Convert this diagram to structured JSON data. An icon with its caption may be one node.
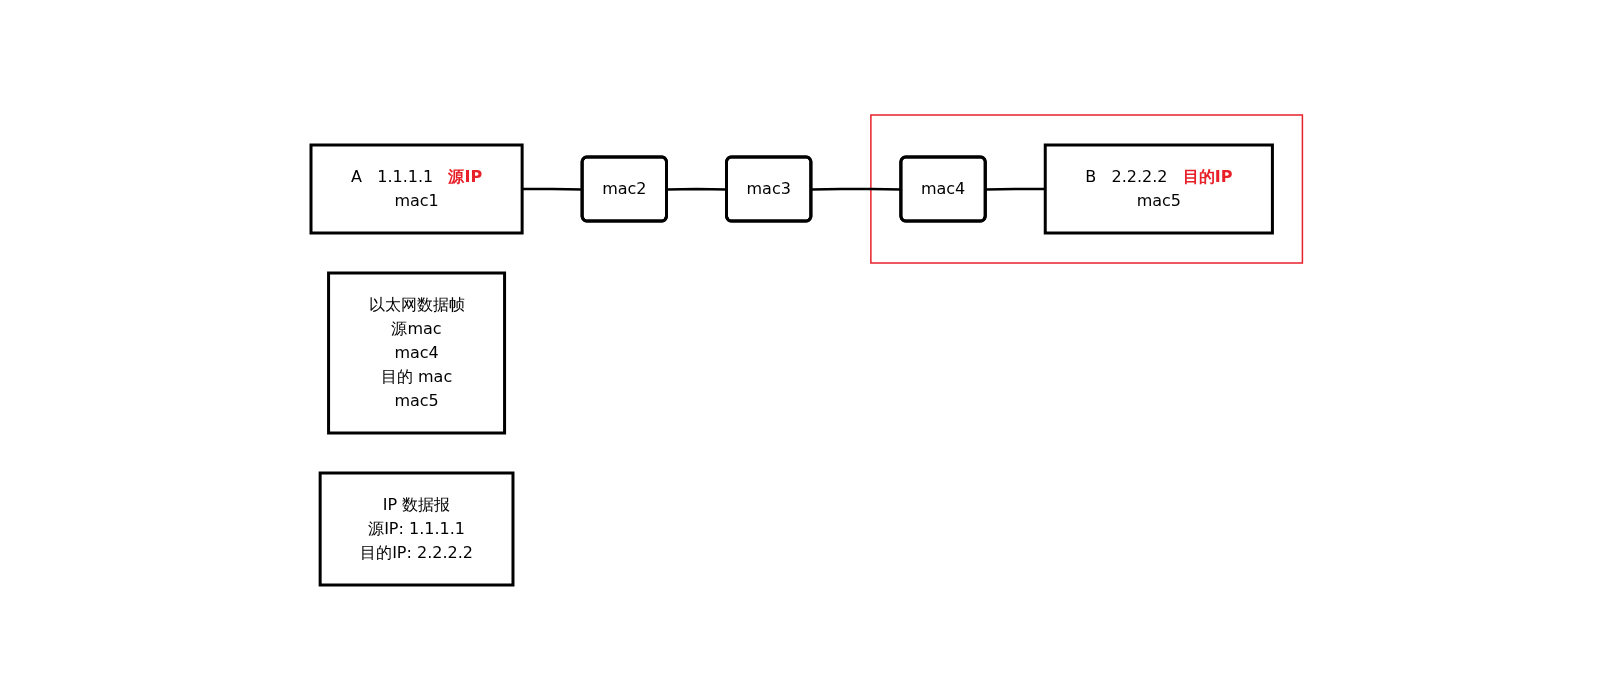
{
  "diagram": {
    "nodes": [
      {
        "text": [
          "A",
          "1.1.1.1",
          "源IP",
          "mac1"
        ]
      },
      {
        "text": [
          "mac2"
        ]
      },
      {
        "text": [
          "mac3"
        ]
      },
      {
        "text": [],
        "shape": "box"
      },
      {
        "text": [
          "mac4"
        ],
        "in": 3
      },
      {
        "text": [
          "B",
          "2.2.2.2",
          "目的IP",
          "mac5"
        ],
        "in": 3
      },
      {
        "text": [
          "以太网数据帧",
          "源mac",
          "mac4",
          "目的 mac",
          "mac5"
        ]
      },
      {
        "text": [
          "IP 数据报",
          "源IP: 1.1.1.1",
          "目的IP: 2.2.2.2"
        ]
      }
    ],
    "edges": [
      {
        "from": 0,
        "to": 1,
        "arrow": "none"
      },
      {
        "from": 1,
        "to": 2,
        "arrow": "none"
      },
      {
        "from": 2,
        "to": 4,
        "arrow": "none"
      },
      {
        "from": 4,
        "to": 5,
        "arrow": "none"
      }
    ]
  }
}
